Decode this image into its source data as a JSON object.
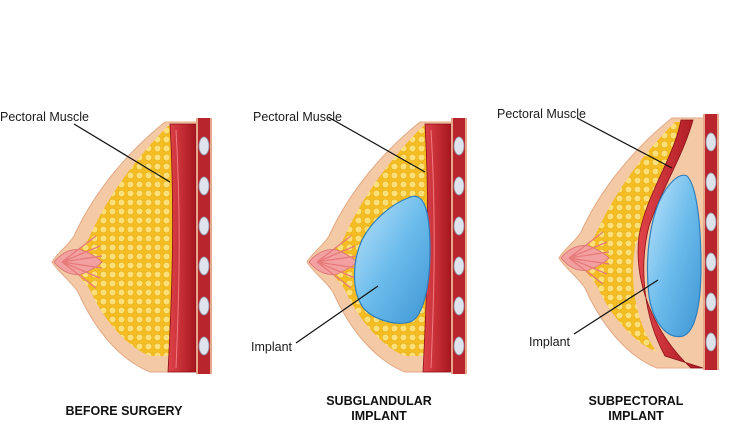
{
  "panels": [
    {
      "muscle_label": "Pectoral Muscle",
      "implant_label": "",
      "caption_lines": [
        "BEFORE SURGERY"
      ]
    },
    {
      "muscle_label": "Pectoral Muscle",
      "implant_label": "Implant",
      "caption_lines": [
        "SUBGLANDULAR",
        "IMPLANT"
      ]
    },
    {
      "muscle_label": "Pectoral Muscle",
      "implant_label": "Implant",
      "caption_lines": [
        "SUBPECTORAL",
        "IMPLANT"
      ]
    }
  ],
  "colors": {
    "skin": "#f4c9a6",
    "fat": "#f6c72e",
    "fat_dots": "#fbe38a",
    "muscle": "#c5252d",
    "rib": "#d9dde6",
    "implant": "#63b4e6",
    "gland": "#f2a0a0"
  }
}
